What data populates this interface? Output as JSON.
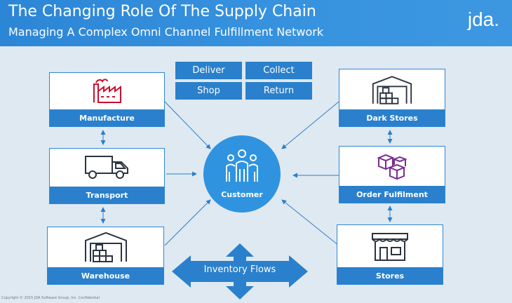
{
  "header": {
    "title": "The Changing Role Of The Supply Chain",
    "subtitle": "Managing A Complex Omni Channel Fulfillment Network",
    "logo": "jda."
  },
  "channels": {
    "deliver": "Deliver",
    "collect": "Collect",
    "shop": "Shop",
    "return": "Return"
  },
  "nodes": {
    "manufacture": "Manufacture",
    "transport": "Transport",
    "warehouse": "Warehouse",
    "dark_stores": "Dark Stores",
    "order_fulfilment": "Order Fulfilment",
    "stores": "Stores",
    "customer": "Customer"
  },
  "inventory": {
    "label": "Inventory Flows"
  },
  "footer": {
    "copyright": "Copyright © 2015 JDA Software Group, Inc. Confidential"
  },
  "colors": {
    "accent": "#2a80cc",
    "header": "#3290dc",
    "factory": "#c8102e",
    "boxes": "#7a2c8f",
    "icon": "#2b3440"
  }
}
